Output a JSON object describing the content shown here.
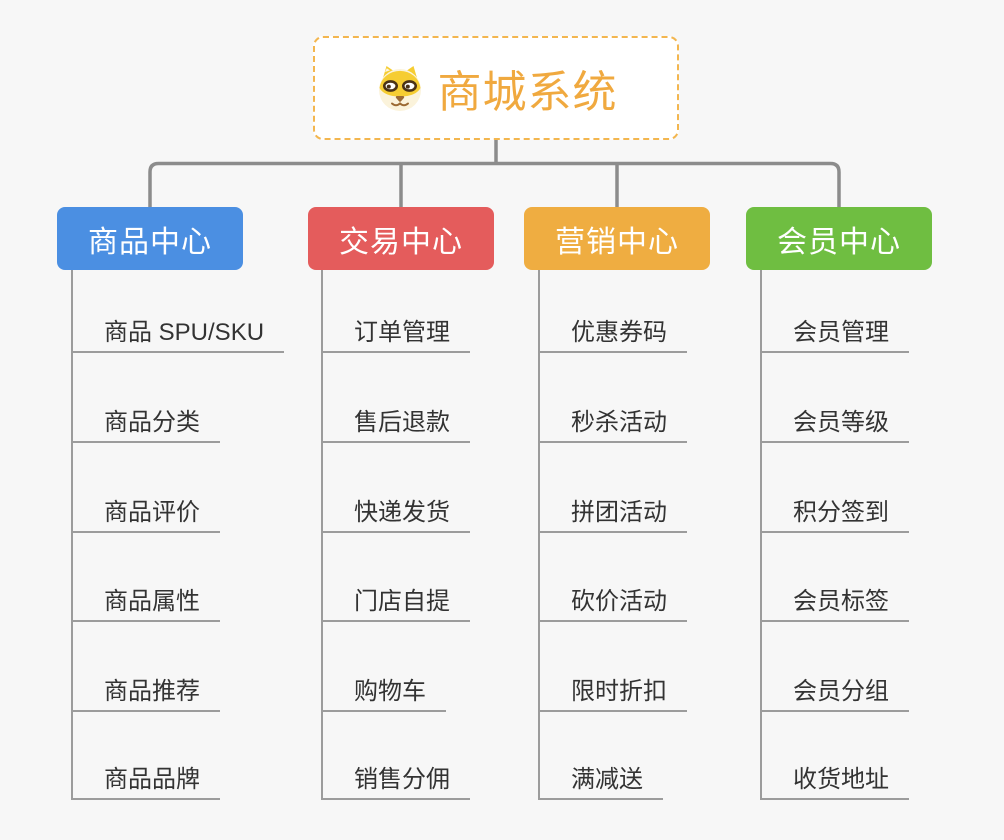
{
  "root": {
    "title": "商城系统",
    "icon": "dog-face-icon",
    "accent_color": "#F0A93F",
    "border_color": "#F3B64F"
  },
  "branches": [
    {
      "label": "商品中心",
      "color": "#4B8FE2",
      "children": [
        "商品 SPU/SKU",
        "商品分类",
        "商品评价",
        "商品属性",
        "商品推荐",
        "商品品牌"
      ]
    },
    {
      "label": "交易中心",
      "color": "#E45C5C",
      "children": [
        "订单管理",
        "售后退款",
        "快递发货",
        "门店自提",
        "购物车",
        "销售分佣"
      ]
    },
    {
      "label": "营销中心",
      "color": "#EFAD41",
      "children": [
        "优惠券码",
        "秒杀活动",
        "拼团活动",
        "砍价活动",
        "限时折扣",
        "满减送"
      ]
    },
    {
      "label": "会员中心",
      "color": "#6FBE41",
      "children": [
        "会员管理",
        "会员等级",
        "积分签到",
        "会员标签",
        "会员分组",
        "收货地址"
      ]
    }
  ],
  "colors": {
    "background": "#F7F7F7",
    "connector": "#8C8C8C",
    "leaf_line": "#9C9C9C",
    "leaf_text": "#333333",
    "branch_text": "#FFFFFF"
  }
}
